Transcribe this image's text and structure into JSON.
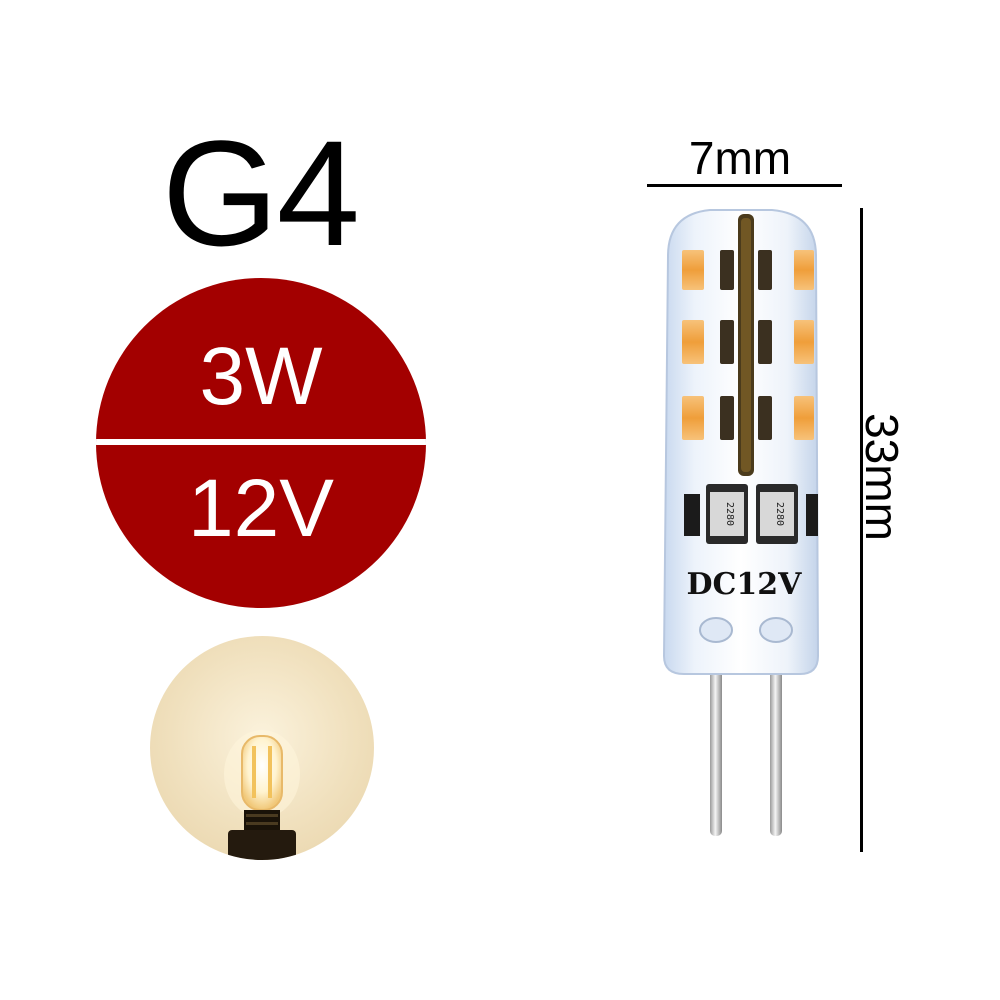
{
  "product": {
    "base_type": "G4",
    "wattage": "3W",
    "voltage": "12V",
    "bulb_marking": "DC12V",
    "resistor_code": "2280"
  },
  "dimensions": {
    "width_label": "7mm",
    "height_label": "33mm"
  },
  "colors": {
    "spec_disc": "#a30000",
    "led_amber": "#f0a23a",
    "warm_light": "#f3e6c6"
  },
  "icons": {
    "bulb": "g4-led-bulb-icon",
    "light_preview": "warm-light-bulb-icon"
  }
}
